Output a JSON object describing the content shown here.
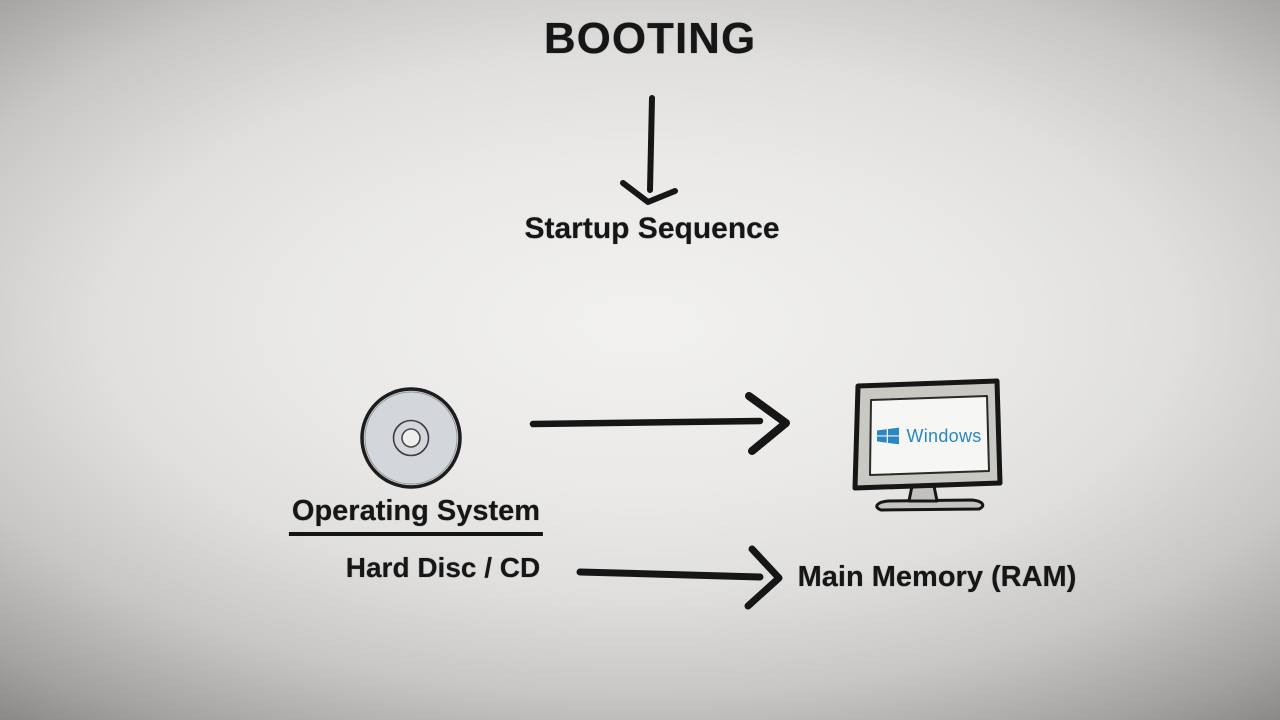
{
  "stage": {
    "title": "BOOTING",
    "subtitle": "Startup Sequence"
  },
  "flow": {
    "source": {
      "label": "Operating System",
      "sublabel": "Hard Disc / CD",
      "icon": "cd-disc-icon"
    },
    "destination": {
      "label": "Main Memory (RAM)",
      "icon": "windows-monitor-icon",
      "monitor_brand": "Windows"
    },
    "connectors": {
      "title_to_subtitle": "down-arrow-icon",
      "disc_to_monitor": "right-arrow-icon",
      "disc_to_ram": "right-arrow-icon"
    }
  },
  "colors": {
    "ink": "#161616",
    "windows_blue": "#2b87c0",
    "disc_fill": "#d3d6da",
    "monitor_bezel_fill": "#c9c8c3",
    "monitor_screen_fill": "#f6f6f4",
    "background_center": "#f2f1ef",
    "background_edge": "#706f6d"
  }
}
